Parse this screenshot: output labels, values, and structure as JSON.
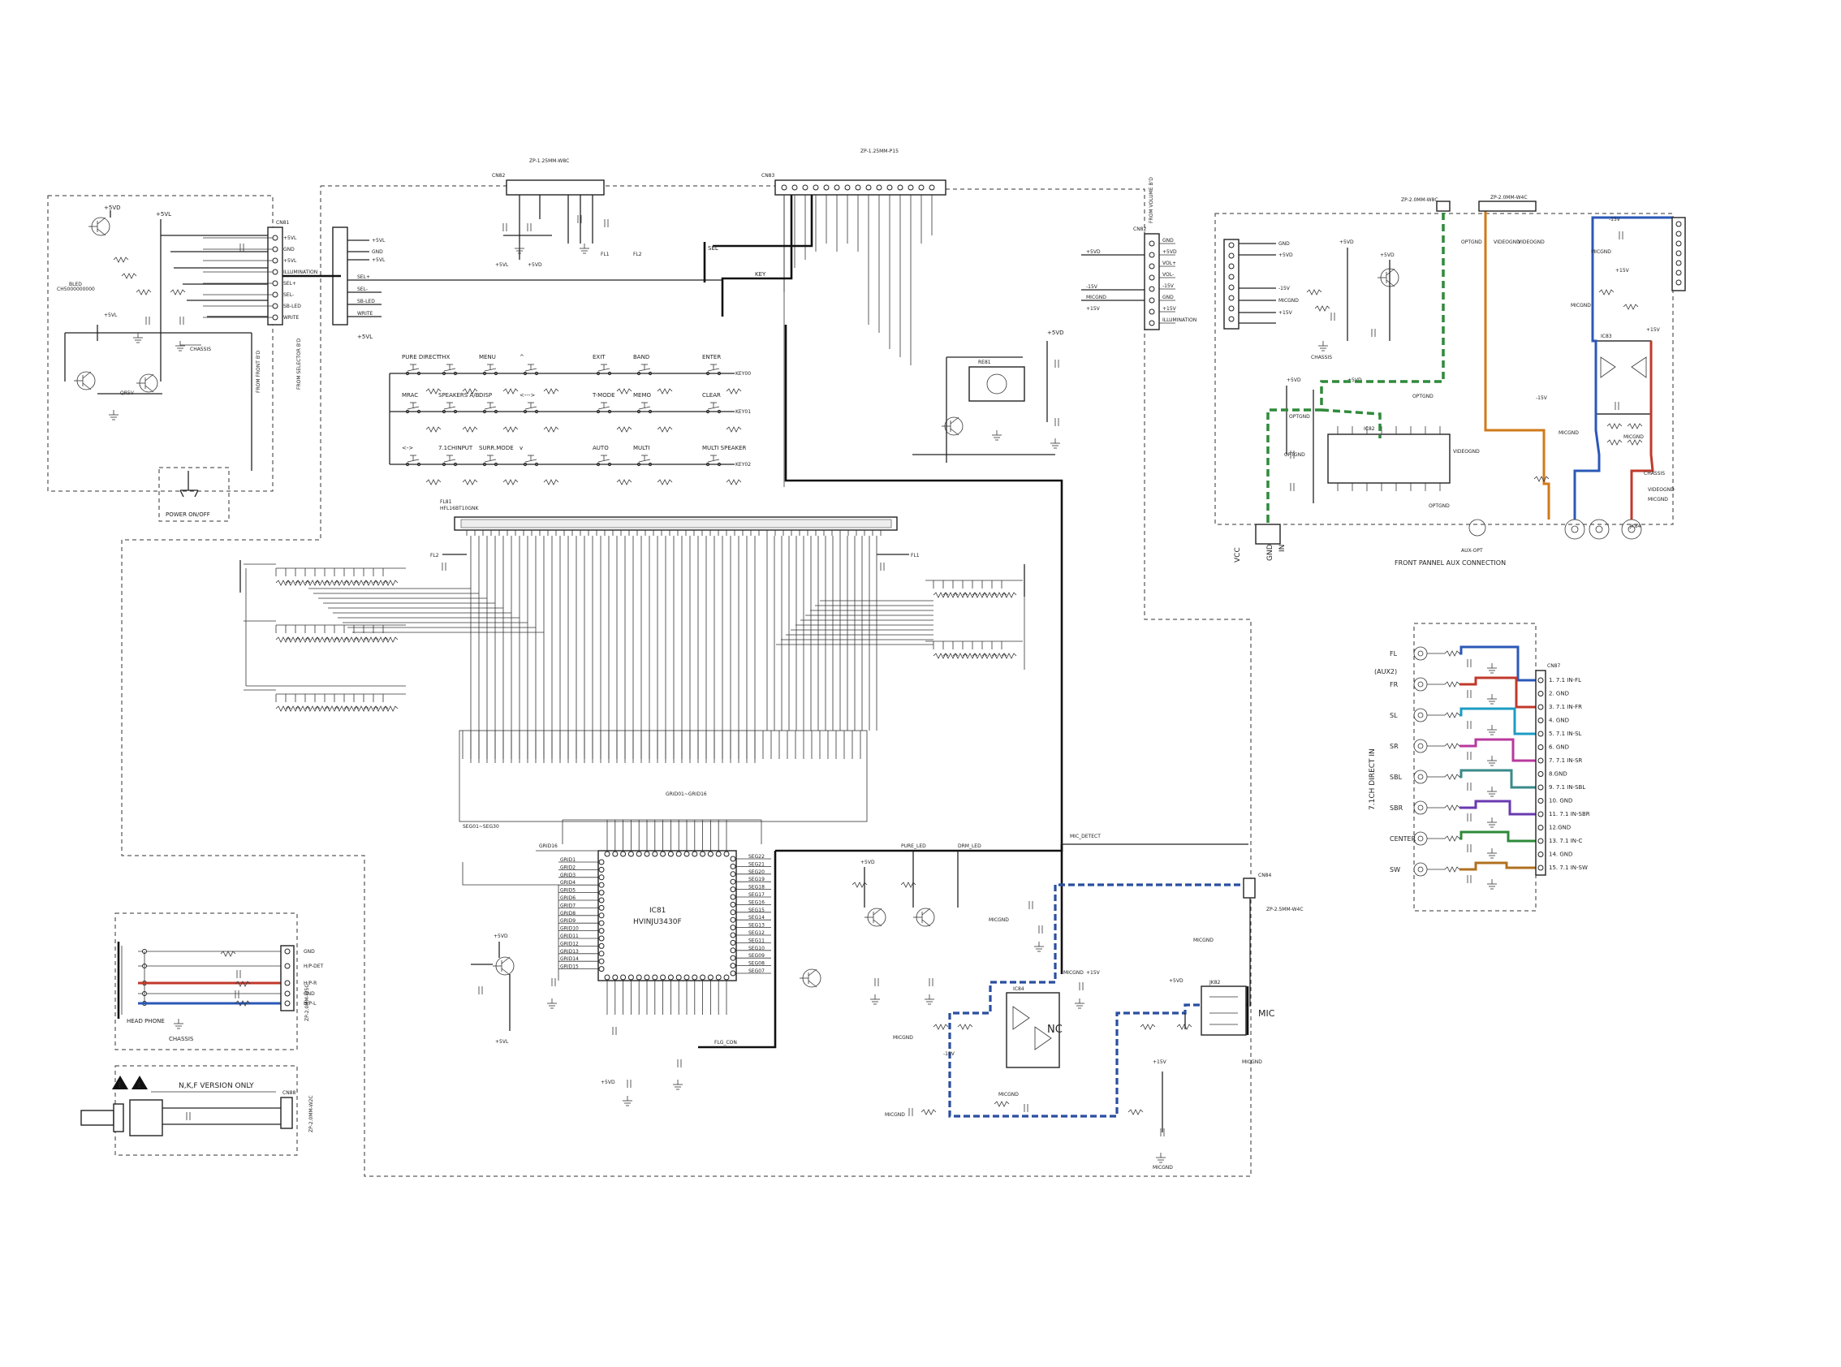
{
  "colors": {
    "ink": "#222222",
    "green_dash": "#2f8a3a",
    "blue_dash": "#2a4ea0",
    "blue": "#2b58b8",
    "red": "#c0392b",
    "orange": "#d07a1a",
    "cyan": "#1d9cc4",
    "magenta": "#b8399c",
    "teal": "#3a8a8a",
    "purple": "#6a3ab0",
    "green": "#2d8a3a",
    "brown": "#b07020"
  },
  "icons": {
    "warning": "warning-triangle-icon",
    "ground": "ground-icon",
    "chassis": "chassis-ground-icon"
  },
  "labels": {
    "power_switch": "POWER ON/OFF",
    "chassis": "CHASSIS",
    "headphone_jack": "HEAD PHONE",
    "version_note": "N,K,F VERSION ONLY",
    "front_aux": "FRONT PANNEL AUX CONNECTION",
    "mic": "MIC",
    "direct_in_title": "7.1CH DIRECT IN",
    "aux2": "(AUX2)",
    "ic_part": "HVINJU3430F",
    "ic_ref": "IC81",
    "fl_display": "FL81",
    "fl_display_part": "HFL16BT10GNK",
    "mic_detect": "MIC_DETECT",
    "flg_con": "FLG_CON",
    "key": "KEY",
    "sel": "SEL",
    "vcc": "VCC",
    "gnd": "GND",
    "nc": "NC",
    "chassis2": "CHASSIS",
    "vfd_seg": "SEG01~SEG30",
    "vfd_grid": "GRID01~GRID16"
  },
  "keys": {
    "row1": [
      "PURE DIRECT",
      "THX",
      "MENU",
      "^",
      "EXIT",
      "BAND",
      "ENTER"
    ],
    "row2": [
      "MRAC",
      "SPEAKERS A/B",
      "DISP",
      "<--->",
      "T-MODE",
      "MEMO",
      "CLEAR"
    ],
    "row3": [
      "<->",
      "7.1CHINPUT",
      "SURR.MODE",
      "v",
      "AUTO",
      "MULTI",
      "MULTI SPEAKER"
    ],
    "lines": [
      "KEY00",
      "KEY01",
      "KEY02"
    ]
  },
  "front_connector_pins": [
    "+5VL",
    "GND",
    "+5VL",
    "ILLUMINATION",
    "SEL+",
    "SEL-",
    "SB-LED",
    "WRITE"
  ],
  "volume_connector_pins": [
    "GND",
    "+5VD",
    "VOL+",
    "VOL-",
    "-15V",
    "GND",
    "+15V",
    "ILLUMINATION"
  ],
  "direct_in_jacks": [
    "FL",
    "FR",
    "SL",
    "SR",
    "SBL",
    "SBR",
    "CENTER",
    "SW"
  ],
  "direct_in_pins": [
    "1. 7.1 IN-FL",
    "2. GND",
    "3. 7.1 IN-FR",
    "4. GND",
    "5. 7.1 IN-SL",
    "6. GND",
    "7. 7.1 IN-SR",
    "8.GND",
    "9. 7.1 IN-SBL",
    "10. GND",
    "11. 7.1 IN-SBR",
    "12.GND",
    "13. 7.1 IN-C",
    "14. GND",
    "15. 7.1 IN-SW"
  ],
  "ic_left_pins": [
    "GRID1",
    "GRID2",
    "GRID3",
    "GRID4",
    "GRID5",
    "GRID6",
    "GRID7",
    "GRID8",
    "GRID9",
    "GRID10",
    "GRID11",
    "GRID12",
    "GRID13",
    "GRID14",
    "GRID15"
  ],
  "ic_right_pins": [
    "SEG22",
    "SEG21",
    "SEG20",
    "SEG19",
    "SEG18",
    "SEG17",
    "SEG16",
    "SEG15",
    "SEG14",
    "SEG13",
    "SEG12",
    "SEG11",
    "SEG10",
    "SEG09",
    "SEG08",
    "SEG07"
  ],
  "headphone_pins": [
    "GND",
    "H/P-DET",
    "H/P-R",
    "GND",
    "H/P-L"
  ],
  "power_rails": [
    "+5VD",
    "+5VL",
    "+15V",
    "-15V",
    "MICGND",
    "OPTGND",
    "VIDEOGND"
  ]
}
